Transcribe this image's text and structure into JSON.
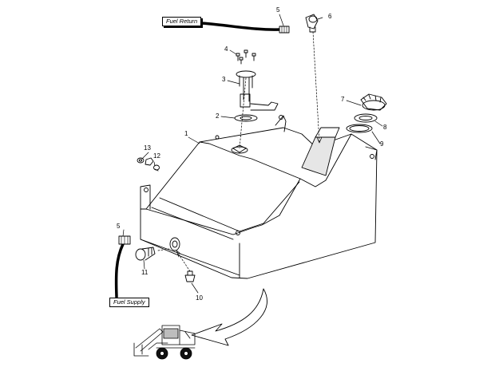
{
  "callouts": {
    "c1": "1",
    "c2": "2",
    "c3": "3",
    "c4": "4",
    "c5_top": "5",
    "c5_bottom": "5",
    "c6": "6",
    "c7": "7",
    "c8": "8",
    "c9": "9",
    "c10": "10",
    "c11": "11",
    "c12": "12",
    "c13": "13"
  },
  "tags": {
    "fuel_return": "Fuel Return",
    "fuel_supply": "Fuel Supply"
  },
  "colors": {
    "line": "#000000",
    "background": "#ffffff"
  }
}
